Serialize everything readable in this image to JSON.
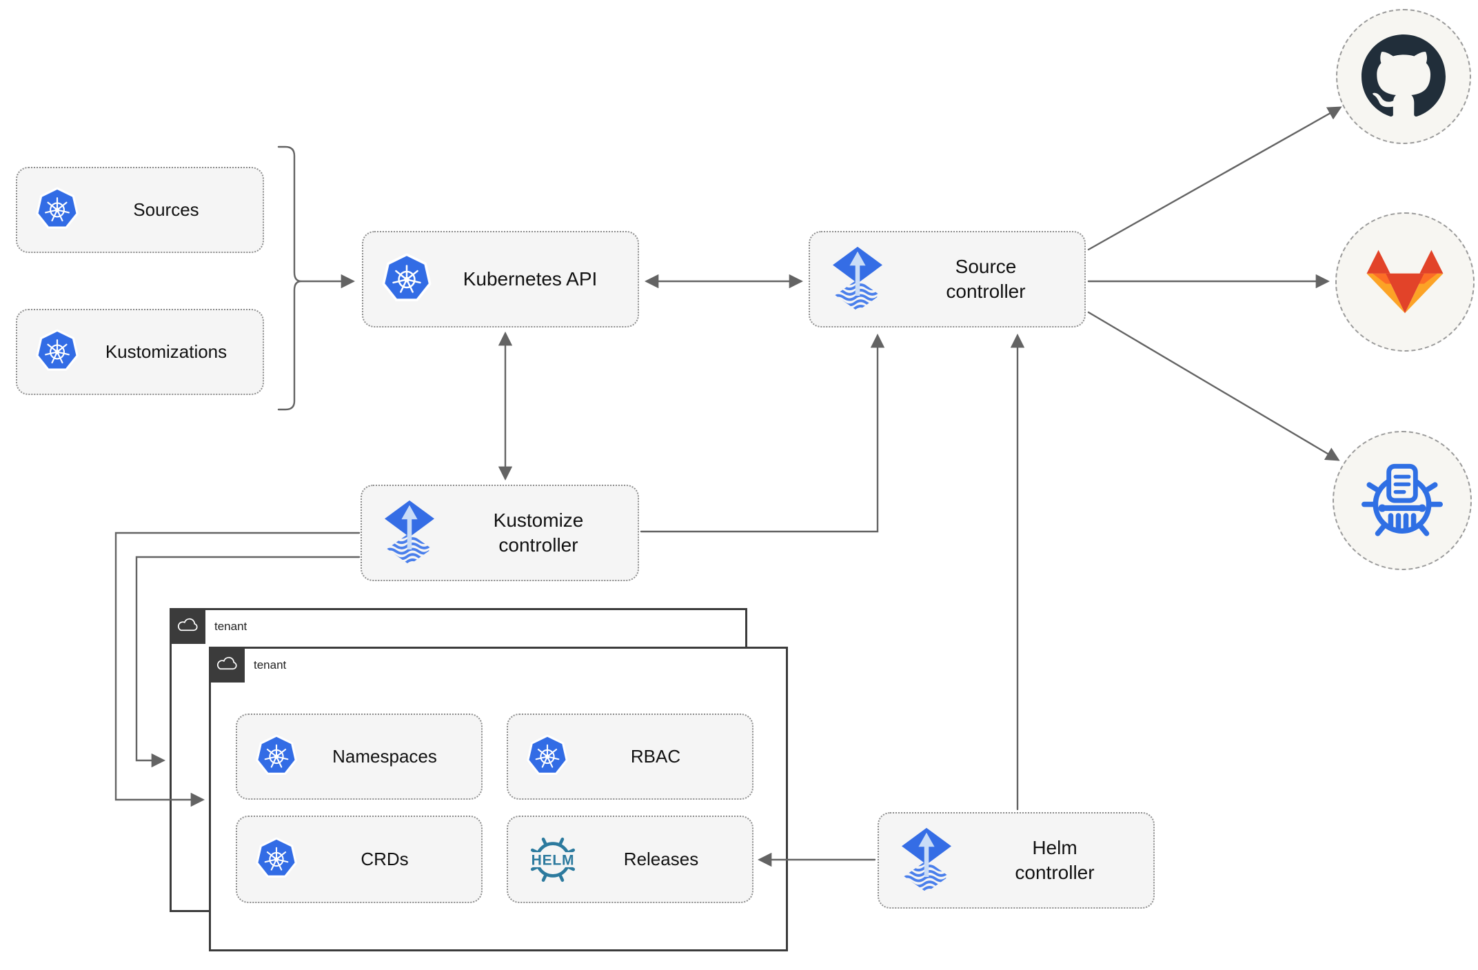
{
  "nodes": {
    "sources": {
      "label": "Sources"
    },
    "kustomizations": {
      "label": "Kustomizations"
    },
    "kubernetes_api": {
      "label": "Kubernetes API"
    },
    "source_controller": {
      "label": "Source controller"
    },
    "kustomize_controller": {
      "label": "Kustomize controller"
    },
    "helm_controller": {
      "label": "Helm controller"
    },
    "tenant_back": {
      "label": "tenant"
    },
    "tenant_front": {
      "label": "tenant"
    },
    "namespaces": {
      "label": "Namespaces"
    },
    "rbac": {
      "label": "RBAC"
    },
    "crds": {
      "label": "CRDs"
    },
    "releases": {
      "label": "Releases"
    },
    "helm_logo_text": {
      "label": "HELM"
    }
  },
  "icons": {
    "kubernetes": "kubernetes-wheel-icon",
    "flux": "flux-diamond-icon",
    "helm": "helm-wheel-icon",
    "github": "github-octocat-icon",
    "gitlab": "gitlab-tanuki-icon",
    "chartmuseum": "chartmuseum-wheel-icon",
    "cloud": "cloud-icon"
  },
  "colors": {
    "kubernetes_blue": "#326ce5",
    "flux_blue": "#356de5",
    "flux_arrow_light": "#c9dcf7",
    "helm_teal": "#2c7a9e",
    "chartmuseum_blue": "#2f6fe4",
    "github_dark": "#212e3a",
    "gitlab_red": "#e24329",
    "gitlab_orange": "#fc6d26",
    "gitlab_yellow": "#fca326",
    "node_fill": "#f5f5f5",
    "node_border": "#8c8c8c",
    "tenant_dark": "#3b3b3b",
    "arrow_gray": "#636363"
  }
}
